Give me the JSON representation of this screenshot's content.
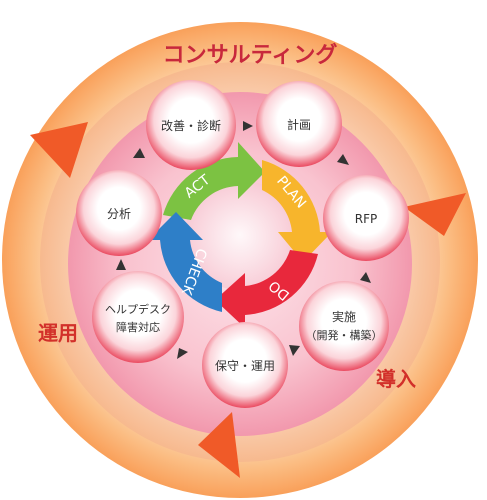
{
  "title": "コンサルティング",
  "phases": {
    "operation": "運用",
    "introduction": "導入"
  },
  "cycle_labels": {
    "act": "ACT",
    "plan": "PLAN",
    "do": "DO",
    "check": "CHECK"
  },
  "nodes": {
    "improve": "改善・診断",
    "plan": "計画",
    "rfp": "RFP",
    "implement_line1": "実施",
    "implement_line2": "（開発・構築）",
    "maintain": "保守・運用",
    "helpdesk_line1": "ヘルプデスク",
    "helpdesk_line2": "障害対応",
    "analyze": "分析"
  },
  "colors": {
    "outer_ring": "#f9a45c",
    "title": "#c8283c",
    "phase_label": "#d2302a",
    "triangle": "#f05a28",
    "node_border": "#e8364a",
    "act": "#7cc242",
    "plan": "#f7b52c",
    "do": "#e8283c",
    "check": "#2e7fc8"
  }
}
